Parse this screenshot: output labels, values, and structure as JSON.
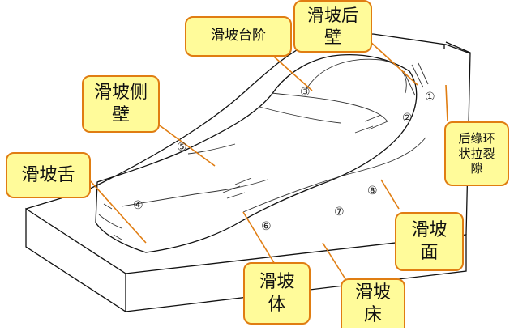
{
  "labels": {
    "tai_jie": "滑坡台阶",
    "hou_bi_1": "滑坡后",
    "hou_bi_2": "壁",
    "ce_bi_1": "滑坡侧",
    "ce_bi_2": "壁",
    "she": "滑坡舌",
    "huan_1": "后缘环",
    "huan_2": "状拉裂",
    "huan_3": "隙",
    "mian_1": "滑坡",
    "mian_2": "面",
    "ti_1": "滑坡",
    "ti_2": "体",
    "chuang_1": "滑坡",
    "chuang_2": "床"
  },
  "numbers": {
    "n1": "①",
    "n2": "②",
    "n3": "③",
    "n4": "④",
    "n5": "⑤",
    "n6": "⑥",
    "n7": "⑦",
    "n8": "⑧"
  },
  "colors": {
    "callout_fill": "#fffb9a",
    "callout_border": "#e07d12",
    "line": "#111111"
  }
}
